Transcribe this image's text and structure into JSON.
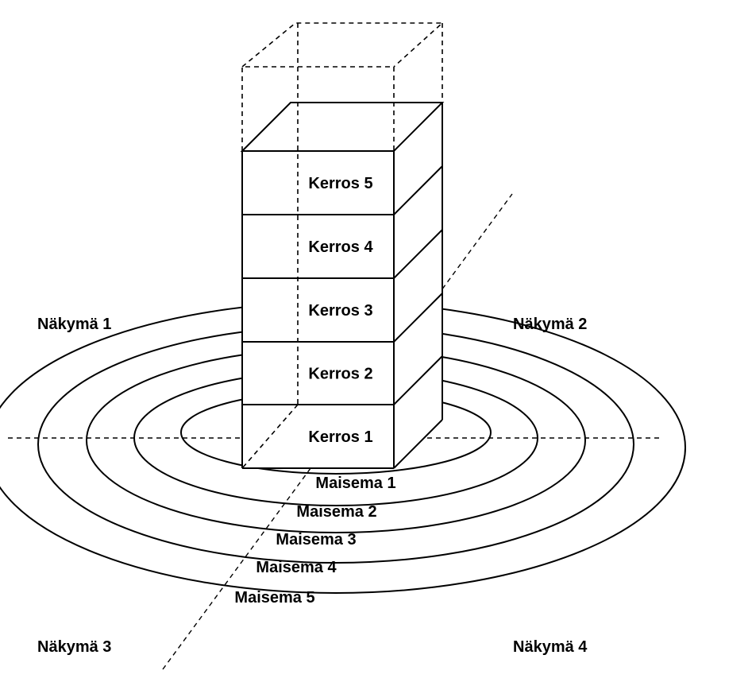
{
  "diagram": {
    "type": "layered-building-landscape",
    "layers": [
      {
        "label": "Kerros 5"
      },
      {
        "label": "Kerros 4"
      },
      {
        "label": "Kerros 3"
      },
      {
        "label": "Kerros 2"
      },
      {
        "label": "Kerros 1"
      }
    ],
    "landscapes": [
      {
        "label": "Maisema 1"
      },
      {
        "label": "Maisema 2"
      },
      {
        "label": "Maisema 3"
      },
      {
        "label": "Maisema 4"
      },
      {
        "label": "Maisema 5"
      }
    ],
    "views": [
      {
        "label": "Näkymä 1"
      },
      {
        "label": "Näkymä 2"
      },
      {
        "label": "Näkymä 3"
      },
      {
        "label": "Näkymä 4"
      }
    ],
    "colors": {
      "stroke": "#000000",
      "background": "#ffffff"
    }
  }
}
